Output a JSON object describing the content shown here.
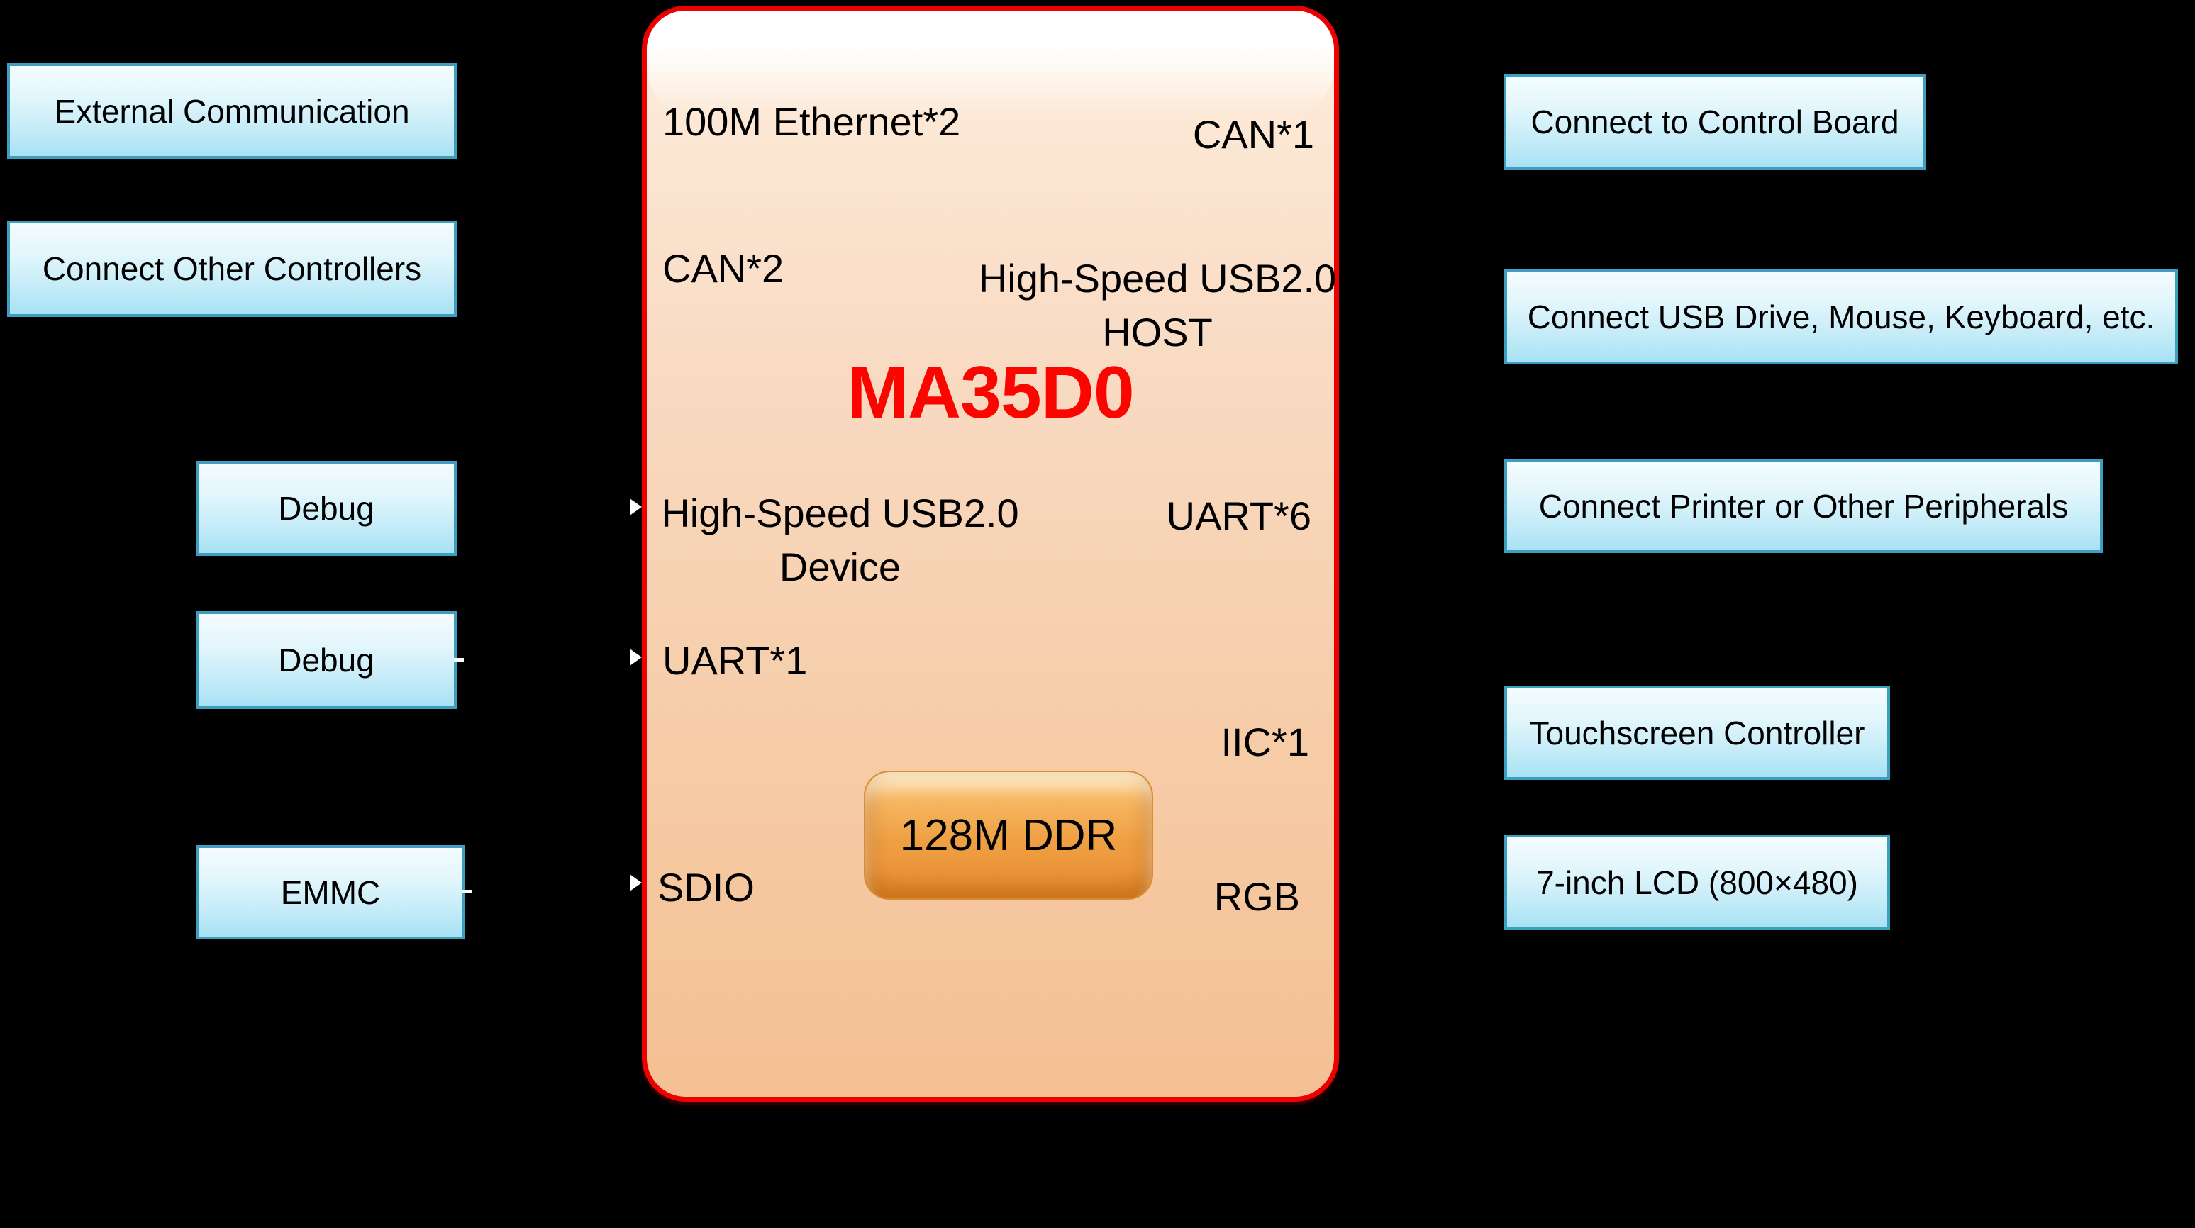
{
  "chip": {
    "name": "MA35D0",
    "ddr_label": "128M DDR",
    "labels": {
      "ethernet": "100M Ethernet*2",
      "can1": "CAN*1",
      "can2": "CAN*2",
      "usb_host_line1": "High-Speed USB2.0",
      "usb_host_line2": "HOST",
      "usb_device_line1": "High-Speed USB2.0",
      "usb_device_line2": "Device",
      "uart6": "UART*6",
      "uart1": "UART*1",
      "iic1": "IIC*1",
      "sdio": "SDIO",
      "rgb": "RGB"
    }
  },
  "left_boxes": [
    {
      "label": "External Communication"
    },
    {
      "label": "Connect Other Controllers"
    },
    {
      "label": "Debug"
    },
    {
      "label": "Debug"
    },
    {
      "label": "EMMC"
    }
  ],
  "right_boxes": [
    {
      "label": "Connect to Control Board"
    },
    {
      "label": "Connect USB Drive, Mouse, Keyboard, etc."
    },
    {
      "label": "Connect Printer or Other Peripherals"
    },
    {
      "label": "Touchscreen Controller"
    },
    {
      "label": "7-inch LCD (800×480)"
    }
  ],
  "colors": {
    "background": "#000000",
    "chip_border": "#ec0000",
    "chip_name_red": "#fa0500",
    "chip_bg_top": "#ffffff",
    "chip_bg_bottom": "#f4c093",
    "blue_box_border": "#3e9ec0",
    "blue_box_bg_top": "#f4fcff",
    "blue_box_bg_bottom": "#a8e2f4",
    "ddr_bg_top": "#fdde9b",
    "ddr_bg_bottom": "#e98f35",
    "connector": "#ffffff"
  }
}
